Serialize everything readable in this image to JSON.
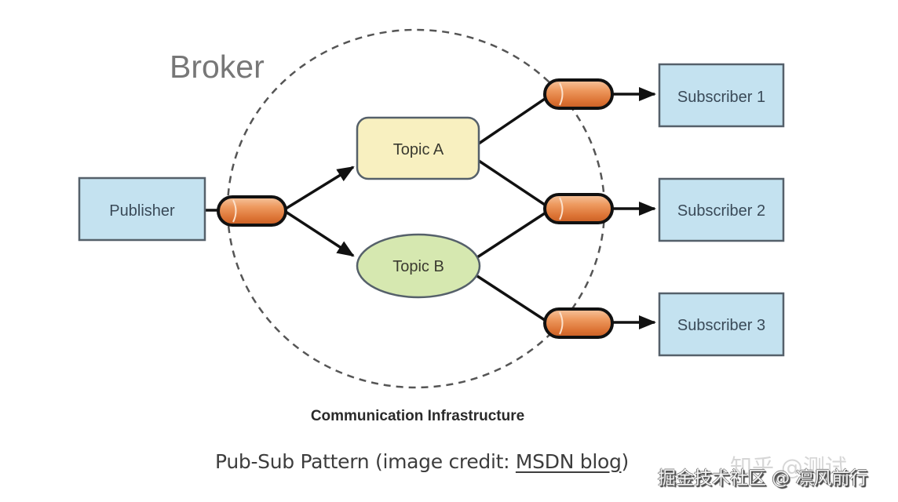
{
  "diagram": {
    "title": "Broker",
    "publisher": {
      "label": "Publisher"
    },
    "topics": [
      {
        "label": "Topic A",
        "shape": "rounded-rect",
        "color": "#f8f0c0"
      },
      {
        "label": "Topic B",
        "shape": "ellipse",
        "color": "#d6e8b0"
      }
    ],
    "subscribers": [
      {
        "label": "Subscriber 1"
      },
      {
        "label": "Subscriber 2"
      },
      {
        "label": "Subscriber 3"
      }
    ],
    "edges": [
      {
        "from": "Publisher",
        "to": "Topic A"
      },
      {
        "from": "Publisher",
        "to": "Topic B"
      },
      {
        "from": "Topic A",
        "to": "Subscriber 1"
      },
      {
        "from": "Topic A",
        "to": "Subscriber 2"
      },
      {
        "from": "Topic B",
        "to": "Subscriber 2"
      },
      {
        "from": "Topic B",
        "to": "Subscriber 3"
      }
    ],
    "infrastructure_label": "Communication Infrastructure",
    "colors": {
      "box_fill": "#c4e2f0",
      "box_stroke": "#55606a",
      "pipe": "#e58446",
      "title_text": "#777777"
    }
  },
  "caption": {
    "prefix": "Pub-Sub Pattern (image credit: ",
    "link": "MSDN blog",
    "suffix": ")"
  },
  "watermark": {
    "back": "知乎 @测试",
    "front": "掘金技术社区 @ 凛风前行"
  }
}
